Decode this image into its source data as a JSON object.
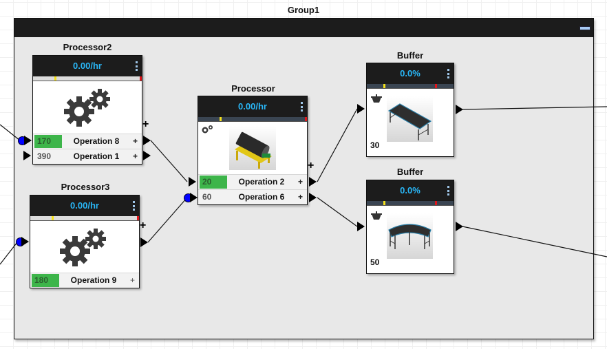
{
  "group": {
    "title": "Group1",
    "collapse_icon": "minimize-icon"
  },
  "processor2": {
    "title": "Processor2",
    "rate": "0.00/hr",
    "menu_icon": "kebab-menu-icon",
    "icon": "gears-icon",
    "operations": [
      {
        "count": "170",
        "name": "Operation 8",
        "plus": "+",
        "active": true
      },
      {
        "count": "390",
        "name": "Operation 1",
        "plus": "+",
        "active": false
      }
    ]
  },
  "processor3": {
    "title": "Processor3",
    "rate": "0.00/hr",
    "menu_icon": "kebab-menu-icon",
    "icon": "gears-icon",
    "operations": [
      {
        "count": "180",
        "name": "Operation 9",
        "plus": "+",
        "active": true
      }
    ]
  },
  "processor": {
    "title": "Processor",
    "rate": "0.00/hr",
    "menu_icon": "kebab-menu-icon",
    "icon": "drum-separator-machine",
    "operations": [
      {
        "count": "20",
        "name": "Operation 2",
        "plus": "+",
        "active": true
      },
      {
        "count": "60",
        "name": "Operation 6",
        "plus": "+",
        "active": false
      }
    ]
  },
  "buffers": [
    {
      "title": "Buffer",
      "level": "0.0%",
      "count": "30",
      "icon": "straight-conveyor"
    },
    {
      "title": "Buffer",
      "level": "0.0%",
      "count": "50",
      "icon": "curved-conveyor"
    }
  ],
  "connector_plus": "+",
  "colors": {
    "rate_text": "#29b6f6",
    "active_count": "#3db54a",
    "input_port": "#0000ff",
    "warn_marker": "#f5e11b",
    "limit_marker": "#e0161b"
  }
}
